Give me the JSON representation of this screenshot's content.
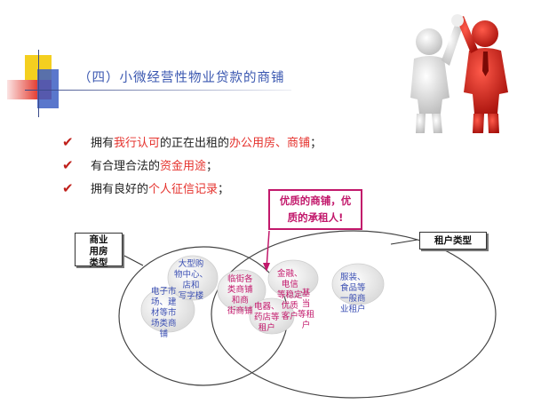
{
  "slide": {
    "title": "（四）小微经营性物业贷款的商铺"
  },
  "bullets": [
    {
      "parts": [
        {
          "text": "拥有",
          "hl": false
        },
        {
          "text": "我行认可",
          "hl": true
        },
        {
          "text": "的正在出租的",
          "hl": false
        },
        {
          "text": "办公用房、商铺",
          "hl": true
        },
        {
          "text": "；",
          "hl": false
        }
      ]
    },
    {
      "parts": [
        {
          "text": "有合理合法的",
          "hl": false
        },
        {
          "text": "资金用途",
          "hl": true
        },
        {
          "text": "；",
          "hl": false
        }
      ]
    },
    {
      "parts": [
        {
          "text": "拥有良好的",
          "hl": false
        },
        {
          "text": "个人征信记录",
          "hl": true
        },
        {
          "text": "；",
          "hl": false
        }
      ]
    }
  ],
  "callout": {
    "line1": "优质的商铺，优",
    "line2": "质的承租人!"
  },
  "venn": {
    "left_label": "商业\n用房\n类型",
    "right_label": "租户类型"
  },
  "bubbles": {
    "market": "电子市\n场、建\n材等市\n场类商\n铺",
    "mall": "大型购\n物中心、\n店和\n写字楼",
    "street": "临街各\n类商铺\n和商\n街商铺",
    "finance": "金融、\n电信\n等稳定\n优质\n客户",
    "retail": "电器、\n药店等\n租户",
    "nearby": "基\n当\n等租\n户",
    "clothing": "服装、\n食品等\n一般商\n业租户"
  },
  "colors": {
    "title": "#3a57b0",
    "highlight": "#e5322d",
    "callout": "#c2186b",
    "bubble_blue_text": "#3b4fb3",
    "bubble_pink_text": "#c2186b"
  }
}
